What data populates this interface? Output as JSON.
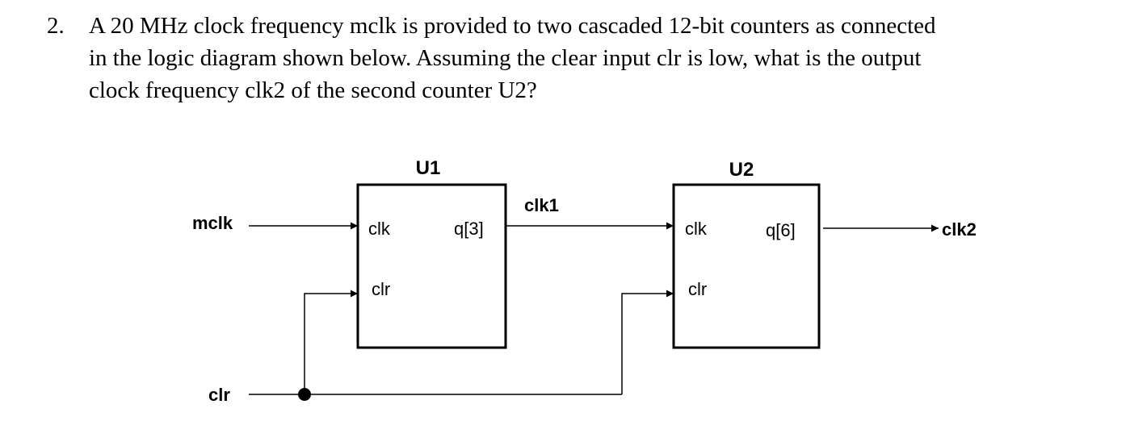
{
  "question": {
    "number": "2.",
    "lines": [
      "A 20 MHz clock frequency mclk is provided to two cascaded 12-bit counters as connected",
      "in the logic diagram shown below.  Assuming the clear input clr is low, what is the output",
      "clock frequency clk2 of the second counter U2?"
    ]
  },
  "diagram": {
    "inputs": {
      "mclk": "mclk",
      "clr": "clr"
    },
    "u1": {
      "title": "U1",
      "clk_port": "clk",
      "clr_port": "clr",
      "out_port": "q[3]"
    },
    "u2": {
      "title": "U2",
      "clk_port": "clk",
      "clr_port": "clr",
      "out_port": "q[6]"
    },
    "nets": {
      "clk1": "clk1",
      "clk2": "clk2"
    }
  }
}
